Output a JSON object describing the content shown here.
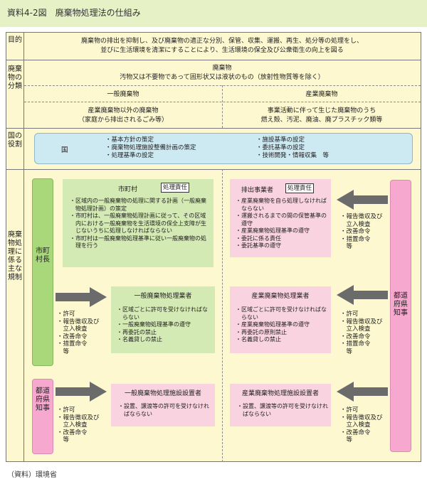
{
  "title": "資料4-2図　廃棄物処理法の仕組み",
  "source": "（資料）環境省",
  "rows": {
    "purpose": {
      "label": "目的",
      "text1": "廃棄物の排出を抑制し、及び廃棄物の適正な分別、保管、収集、運搬、再生、処分等の処理をし、",
      "text2": "並びに生活環境を清潔にすることにより、生活環境の保全及び公衆衛生の向上を図る"
    },
    "classification": {
      "label": "廃棄物の分類",
      "head": "廃棄物",
      "head_def": "汚物又は不要物であって固形状又は液状のもの（放射性物質等を除く）",
      "general": {
        "title": "一般廃棄物",
        "desc1": "産業廃棄物以外の廃棄物",
        "desc2": "（家庭から排出されるごみ等）"
      },
      "industrial": {
        "title": "産業廃棄物",
        "desc1": "事業活動に伴って生じた廃棄物のうち",
        "desc2": "燃え殻、汚泥、廃油、廃プラスチック類等"
      }
    },
    "national": {
      "label": "国の役割",
      "actor": "国",
      "left": [
        "・基本方針の策定",
        "・廃棄物処理施設整備計画の策定",
        "・処理基準の設定"
      ],
      "right": [
        "・施設基準の設定",
        "・委託基準の設定",
        "・技術開発・情報収集　等"
      ]
    },
    "regulation": {
      "label": "廃棄物処理に係る主な規制",
      "municipal_head": "市町村長",
      "prefectural_left": "都道府県知事",
      "prefectural_right": "都道府県知事",
      "municipality_box": {
        "title": "市町村",
        "tag": "処理責任",
        "items": [
          "・区域内の一般廃棄物の処理に関する計画（一般廃棄物処理計画）の策定",
          "・市町村は、一般廃棄物処理計画に従って、その区域内における一般廃棄物を生活環境の保全上支障が生じないうちに処理しなければならない",
          "・市町村は一般廃棄物処理基準に従い一般廃棄物の処理を行う"
        ]
      },
      "emitter_box": {
        "title": "排出事業者",
        "tag": "処理責任",
        "items": [
          "・産業廃棄物を自ら処理しなければならない",
          "・運搬されるまでの間の保管基準の遵守",
          "・産業廃棄物処理基準の遵守",
          "・委託に係る責任",
          "・委託基準の遵守"
        ]
      },
      "general_handler": {
        "title": "一般廃棄物処理業者",
        "items": [
          "・区域ごとに許可を受けなければならない",
          "・一般廃棄物処理基準の遵守",
          "・再委託の禁止",
          "・名義貸しの禁止"
        ]
      },
      "industrial_handler": {
        "title": "産業廃棄物処理業者",
        "items": [
          "・区域ごとに許可を受けなければならない",
          "・産業廃棄物処理基準の遵守",
          "・再委託の原則禁止",
          "・名義貸しの禁止"
        ]
      },
      "general_facility": {
        "title": "一般廃棄物処理施設設置者",
        "items": [
          "・設置、譲渡等の許可を受けなければならない"
        ]
      },
      "industrial_facility": {
        "title": "産業廃棄物処理施設設置者",
        "items": [
          "・設置、譲渡等の許可を受けなければならない"
        ]
      },
      "powers_municipal": [
        "・許可",
        "・報告徴収及び",
        "　立入検査",
        "・改善命令",
        "・措置命令",
        "　等"
      ],
      "powers_pref_left": [
        "・許可",
        "・報告徴収及び",
        "　立入検査",
        "・改善命令",
        "　等"
      ],
      "powers_right_1": [
        "・報告徴収及び",
        "　立入検査",
        "・改善命令",
        "・措置命令",
        "　等"
      ],
      "powers_right_2": [
        "・許可",
        "・報告徴収及び",
        "　立入検査",
        "・改善命令",
        "・措置命令",
        "　等"
      ],
      "powers_right_3": [
        "・許可",
        "・報告徴収及び",
        "　立入検査",
        "・改善命令",
        "　等"
      ]
    }
  },
  "colors": {
    "frame_bg": "#fdf8cf",
    "title_bg": "#e7f1c6",
    "national_box": "#cde9f2",
    "municipal_box": "#d4eab4",
    "industrial_box": "#f9d3df",
    "municipal_bar": "#a8d87a",
    "prefectural_bar": "#f6a8cf",
    "arrow": "#6b6b6b"
  }
}
